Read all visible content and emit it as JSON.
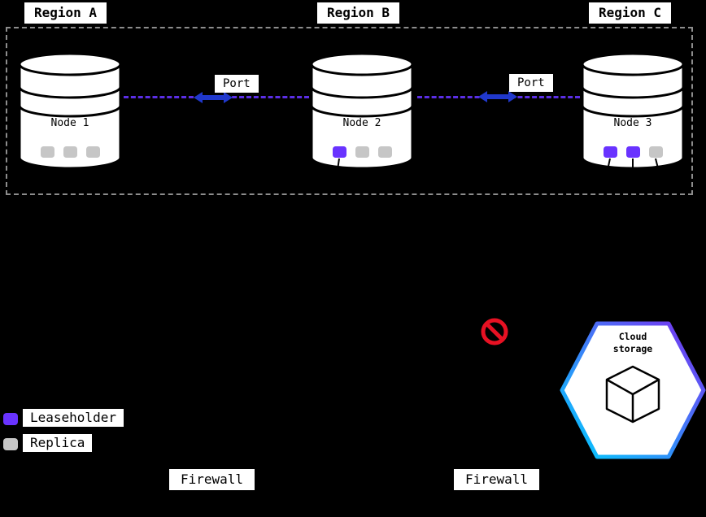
{
  "colors": {
    "background": "#000000",
    "leaseholder": "#6933ff",
    "replica": "#c6c6c6",
    "link_dash": "#5b2ee5",
    "arrow": "#2038cc",
    "prohibit": "#e81123",
    "hex_gradient_start": "#00cfff",
    "hex_gradient_end": "#7b2ff0"
  },
  "regions": [
    {
      "label": "Region A"
    },
    {
      "label": "Region B"
    },
    {
      "label": "Region C"
    }
  ],
  "nodes": [
    {
      "label": "Node 1",
      "squares": [
        "replica",
        "replica",
        "replica"
      ]
    },
    {
      "label": "Node 2",
      "squares": [
        "leaseholder",
        "replica",
        "replica"
      ]
    },
    {
      "label": "Node 3",
      "squares": [
        "leaseholder",
        "leaseholder",
        "replica"
      ]
    }
  ],
  "links": [
    {
      "label": "Port"
    },
    {
      "label": "Port"
    }
  ],
  "cloud_storage": {
    "label_line1": "Cloud",
    "label_line2": "storage"
  },
  "legend": [
    {
      "type": "leaseholder",
      "label": "Leaseholder"
    },
    {
      "type": "replica",
      "label": "Replica"
    }
  ],
  "firewalls": [
    {
      "label": "Firewall"
    },
    {
      "label": "Firewall"
    }
  ]
}
